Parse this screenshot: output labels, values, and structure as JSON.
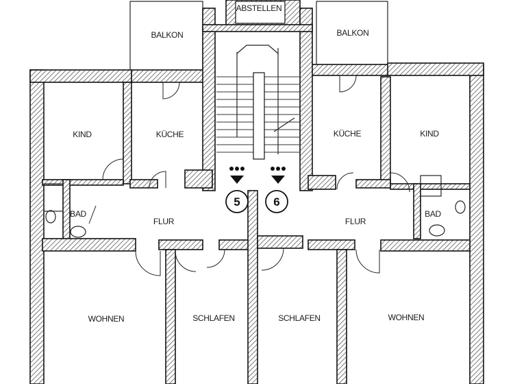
{
  "rooms": {
    "abstellen": "ABSTELLEN",
    "balkon_left": "BALKON",
    "balkon_right": "BALKON",
    "kind_left": "KIND",
    "kueche_left": "KÜCHE",
    "kueche_right": "KÜCHE",
    "kind_right": "KIND",
    "bad_left": "BAD",
    "bad_right": "BAD",
    "flur_left": "FLUR",
    "flur_right": "FLUR",
    "wohnen_left": "WOHNEN",
    "schlafen_left": "SCHLAFEN",
    "schlafen_right": "SCHLAFEN",
    "wohnen_right": "WOHNEN"
  },
  "units": {
    "left": "5",
    "right": "6"
  },
  "colors": {
    "wall_stroke": "#111111",
    "hatch": "#555555",
    "background": "#ffffff"
  }
}
